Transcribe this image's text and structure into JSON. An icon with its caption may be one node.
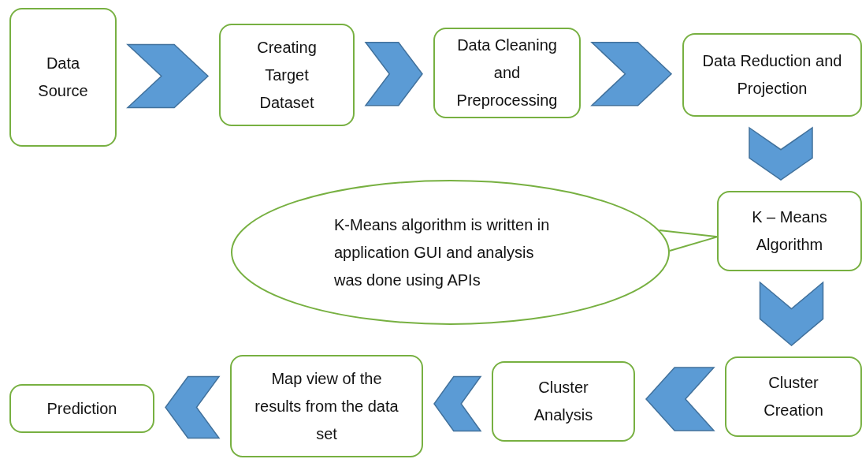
{
  "diagram": {
    "nodes": [
      {
        "text": [
          "Data Source"
        ]
      },
      {
        "text": [
          "Creating Target Dataset"
        ]
      },
      {
        "text": [
          "Data Cleaning and Preprocessing"
        ]
      },
      {
        "text": [
          "Data Reduction and Projection"
        ]
      },
      {
        "text": [
          "K – Means Algorithm"
        ]
      },
      {
        "text": [
          "K-Means algorithm is written in application GUI and analysis was done using APIs"
        ]
      },
      {
        "text": [
          "Cluster Creation"
        ]
      },
      {
        "text": [
          "Cluster Analysis"
        ]
      },
      {
        "text": [
          "Map view of the results from the data set"
        ]
      },
      {
        "text": [
          "Prediction"
        ]
      }
    ],
    "edges": [
      {
        "from": 0,
        "to": 1,
        "arrow": "to"
      },
      {
        "from": 1,
        "to": 2,
        "arrow": "to"
      },
      {
        "from": 2,
        "to": 3,
        "arrow": "to"
      },
      {
        "from": 3,
        "to": 4,
        "arrow": "to"
      },
      {
        "from": 5,
        "to": 4,
        "arrow": "none"
      },
      {
        "from": 4,
        "to": 6,
        "arrow": "to"
      },
      {
        "from": 6,
        "to": 7,
        "arrow": "to"
      },
      {
        "from": 7,
        "to": 8,
        "arrow": "to"
      },
      {
        "from": 8,
        "to": 9,
        "arrow": "to"
      }
    ]
  }
}
